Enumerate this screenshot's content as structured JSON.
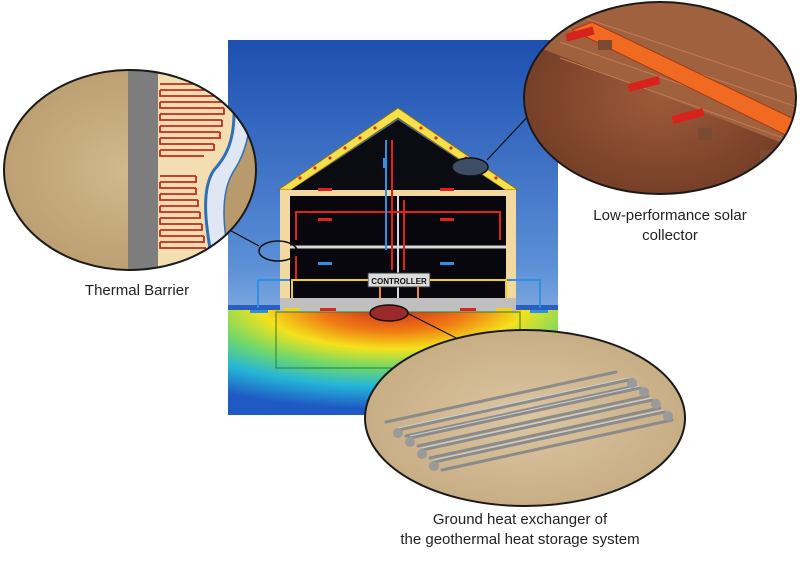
{
  "diagram": {
    "controller_label": "CONTROLLER",
    "callouts": {
      "thermal_barrier": "Thermal Barrier",
      "solar_collector_line1": "Low-performance solar",
      "solar_collector_line2": "collector",
      "ground_heat_exchanger_line1": "Ground heat exchanger of",
      "ground_heat_exchanger_line2": "the geothermal heat storage system"
    },
    "colors": {
      "sky_top": "#1d4fb0",
      "sky_bottom": "#c7ddf3",
      "hot_pipe": "#e4201b",
      "cold_pipe": "#2f8fe0",
      "controller_pipe": "#f2d20c",
      "roof": "#f5e04b",
      "soil_hot": "#c8221a",
      "soil_cold": "#1f59c4",
      "callout_fill": "#c9b08a"
    }
  }
}
